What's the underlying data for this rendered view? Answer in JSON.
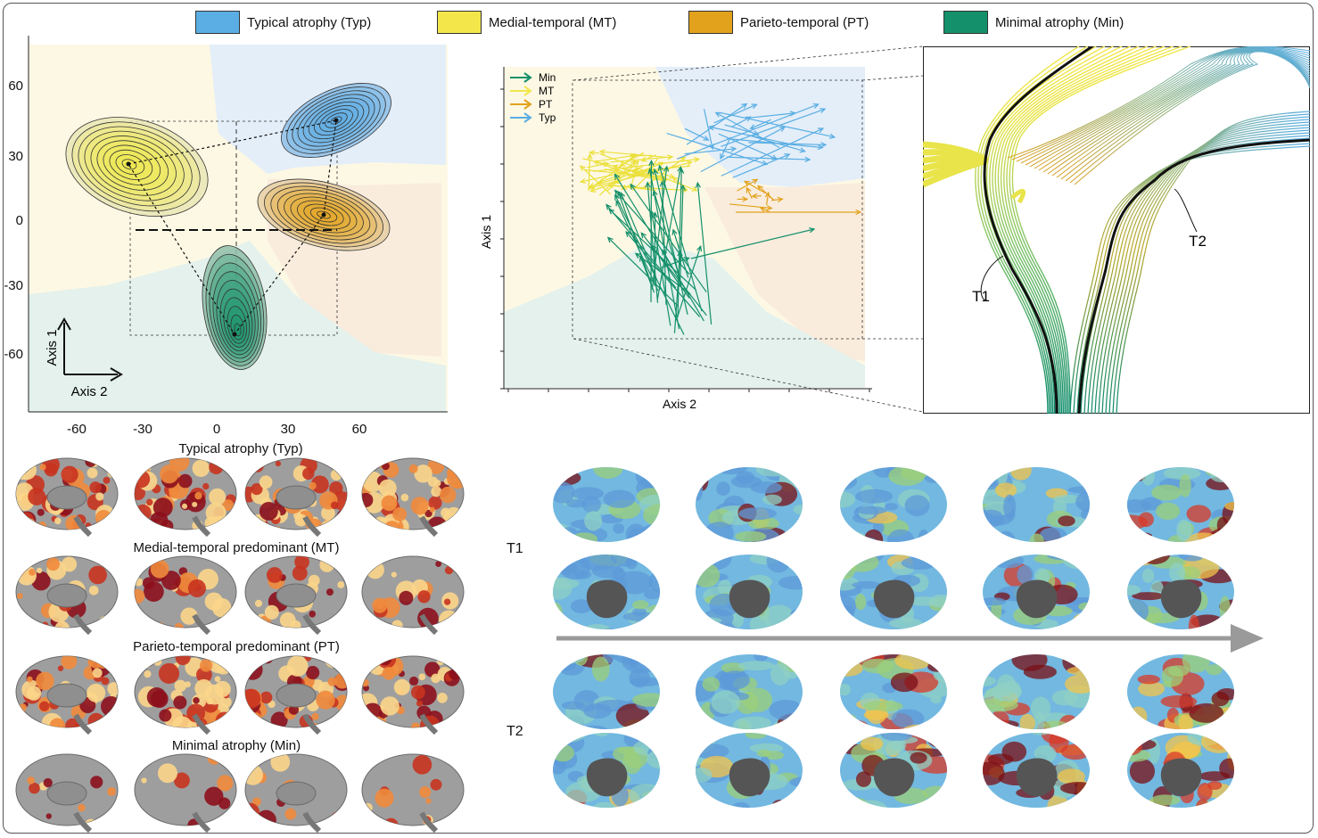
{
  "legend": [
    {
      "label": "Typical atrophy (Typ)",
      "color": "#5aaee3"
    },
    {
      "label": "Medial-temporal (MT)",
      "color": "#f2e64b"
    },
    {
      "label": "Parieto-temporal (PT)",
      "color": "#e2a21c"
    },
    {
      "label": "Minimal atrophy (Min)",
      "color": "#14906a"
    }
  ],
  "panel_a": {
    "y_ticks": [
      "60",
      "30",
      "0",
      "-30",
      "-60"
    ],
    "x_ticks": [
      "-60",
      "-30",
      "0",
      "30",
      "60"
    ],
    "x_title": "Typical atrophy (Typ)",
    "axis1": "Axis 1",
    "axis2": "Axis 2"
  },
  "panel_b": {
    "legend": [
      "Min",
      "MT",
      "PT",
      "Typ"
    ],
    "xlabel": "Axis 2",
    "ylabel": "Axis 1"
  },
  "panel_c": {
    "t1": "T1",
    "t2": "T2"
  },
  "brain_titles": [
    "Medial-temporal predominant (MT)",
    "Parieto-temporal predominant (PT)",
    "Minimal atrophy (Min)"
  ],
  "traj_labels": {
    "t1": "T1",
    "t2": "T2"
  }
}
